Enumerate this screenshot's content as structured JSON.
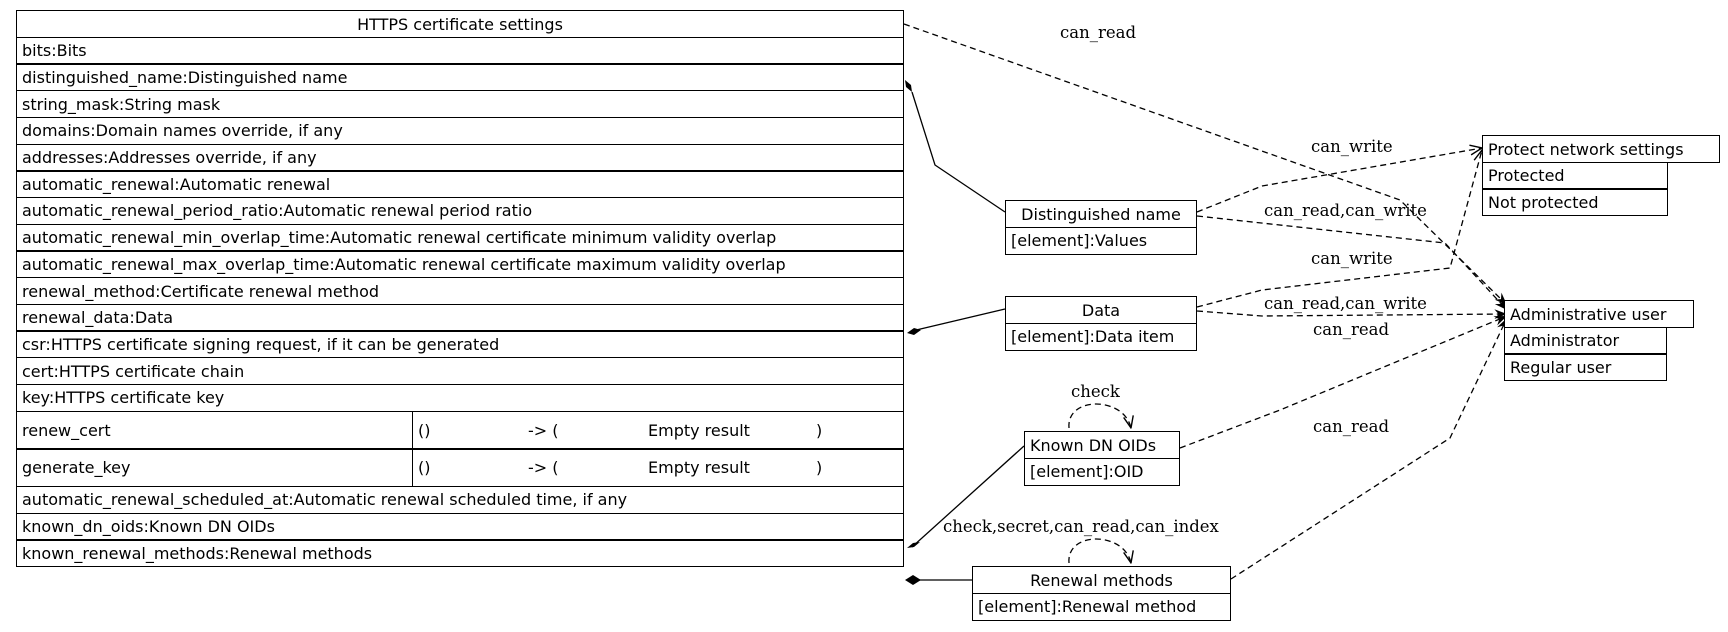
{
  "main_class": {
    "title": "HTTPS certificate settings",
    "attributes_top": [
      "bits:Bits",
      "distinguished_name:Distinguished name",
      "string_mask:String mask",
      "domains:Domain names override, if any",
      "addresses:Addresses override, if any",
      "automatic_renewal:Automatic renewal",
      "automatic_renewal_period_ratio:Automatic renewal period ratio",
      "automatic_renewal_min_overlap_time:Automatic renewal certificate minimum validity overlap",
      "automatic_renewal_max_overlap_time:Automatic renewal certificate maximum validity overlap",
      "renewal_method:Certificate renewal method",
      "renewal_data:Data",
      "csr:HTTPS certificate signing request, if it can be generated",
      "cert:HTTPS certificate chain",
      "key:HTTPS certificate key"
    ],
    "methods": [
      {
        "name": "renew_cert",
        "params": "()",
        "arrow": "-> (",
        "result": "Empty result",
        "close": ")"
      },
      {
        "name": "generate_key",
        "params": "()",
        "arrow": "-> (",
        "result": "Empty result",
        "close": ")"
      }
    ],
    "attributes_bottom": [
      "automatic_renewal_scheduled_at:Automatic renewal scheduled time, if any",
      "known_dn_oids:Known DN OIDs",
      "known_renewal_methods:Renewal methods"
    ]
  },
  "dn_class": {
    "title": "Distinguished name",
    "rows": [
      "[element]:Values"
    ]
  },
  "data_class": {
    "title": "Data",
    "rows": [
      "[element]:Data item"
    ]
  },
  "oids_class": {
    "title": "Known DN OIDs",
    "rows": [
      "[element]:OID"
    ]
  },
  "renewal_class": {
    "title": "Renewal methods",
    "rows": [
      "[element]:Renewal method"
    ]
  },
  "protect_class": {
    "title": "Protect network settings",
    "rows": [
      "Protected",
      "Not protected"
    ]
  },
  "admin_class": {
    "title": "Administrative user",
    "rows": [
      "Administrator",
      "Regular user"
    ]
  },
  "edge_labels": {
    "main_admin": "can_read",
    "dn_protect": "can_write",
    "dn_admin": "can_read,can_write",
    "data_protect": "can_write",
    "data_admin": "can_read,can_write",
    "oids_admin": "can_read",
    "renewal_admin": "can_read",
    "oids_self": "check",
    "renewal_self": "check,secret,can_read,can_index"
  }
}
